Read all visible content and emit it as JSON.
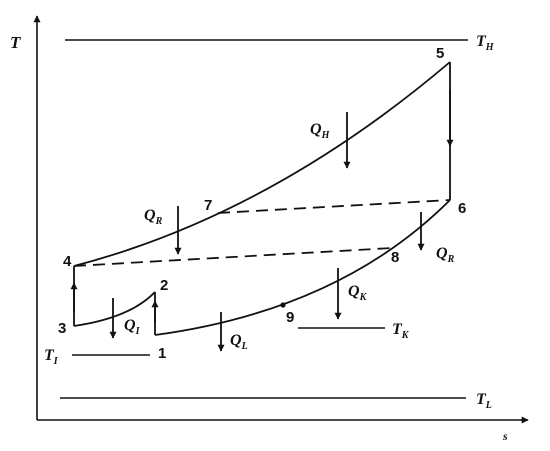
{
  "axes": {
    "y_label": "T",
    "x_label": "s"
  },
  "temperatures": {
    "TH": {
      "main": "T",
      "sub": "H"
    },
    "TL": {
      "main": "T",
      "sub": "L"
    },
    "TI": {
      "main": "T",
      "sub": "I"
    },
    "TK": {
      "main": "T",
      "sub": "K"
    }
  },
  "heats": {
    "QH": {
      "main": "Q",
      "sub": "H"
    },
    "QR_upper": {
      "main": "Q",
      "sub": "R"
    },
    "QR_right": {
      "main": "Q",
      "sub": "R"
    },
    "QK": {
      "main": "Q",
      "sub": "K"
    },
    "QI": {
      "main": "Q",
      "sub": "I"
    },
    "QL": {
      "main": "Q",
      "sub": "L"
    }
  },
  "points": {
    "p1": "1",
    "p2": "2",
    "p3": "3",
    "p4": "4",
    "p5": "5",
    "p6": "6",
    "p7": "7",
    "p8": "8",
    "p9": "9"
  },
  "colors": {
    "line": "#111111",
    "background": "#ffffff"
  }
}
